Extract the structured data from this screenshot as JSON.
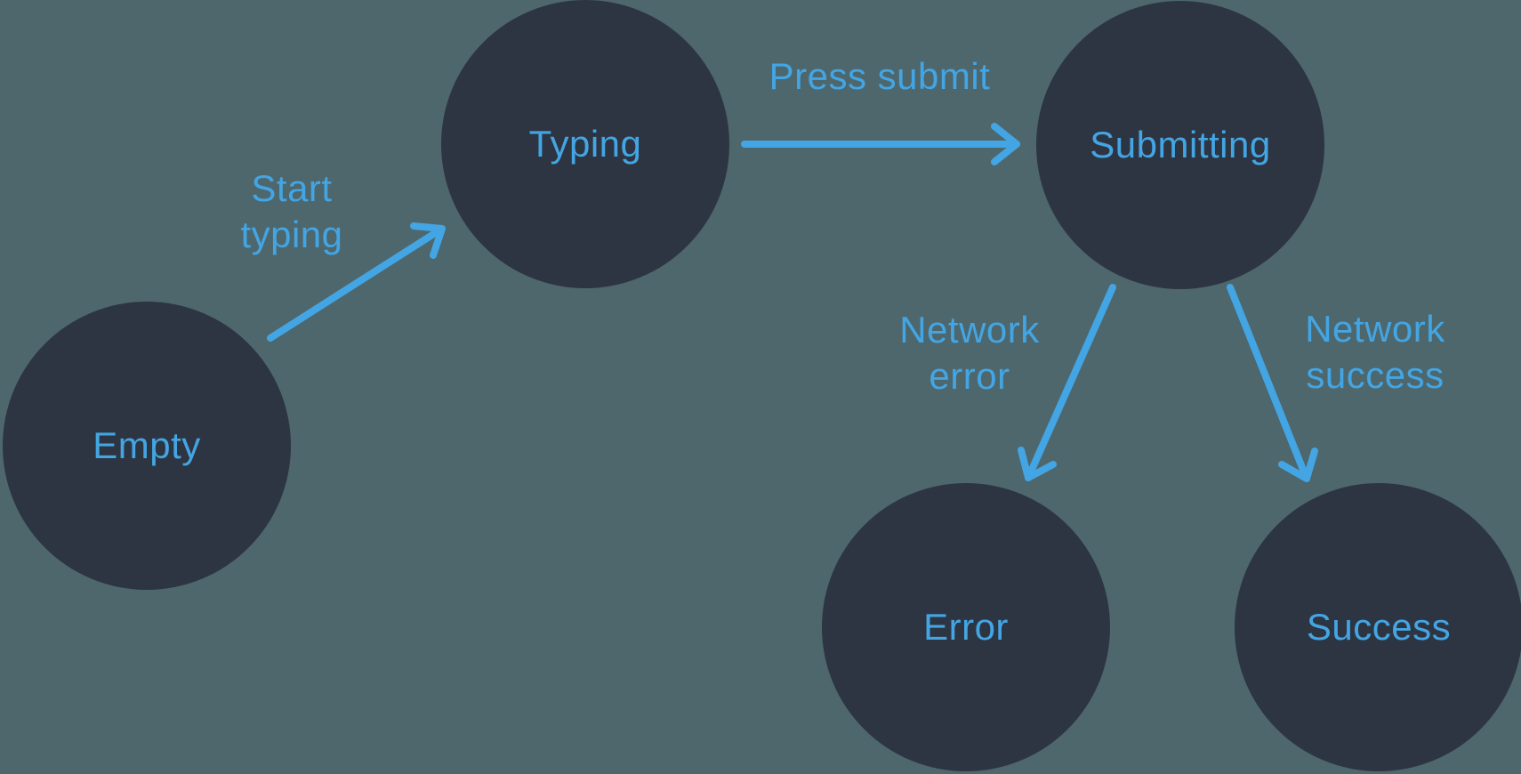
{
  "diagram": {
    "kind": "state-machine",
    "colors": {
      "background": "#4d676d",
      "node_fill": "#2d3542",
      "accent": "#43a5e3"
    },
    "nodes": [
      {
        "id": "empty",
        "label": "Empty"
      },
      {
        "id": "typing",
        "label": "Typing"
      },
      {
        "id": "submitting",
        "label": "Submitting"
      },
      {
        "id": "error",
        "label": "Error"
      },
      {
        "id": "success",
        "label": "Success"
      }
    ],
    "edges": [
      {
        "id": "start-typing",
        "from": "Empty",
        "to": "Typing",
        "label": "Start typing"
      },
      {
        "id": "press-submit",
        "from": "Typing",
        "to": "Submitting",
        "label": "Press submit"
      },
      {
        "id": "network-error",
        "from": "Submitting",
        "to": "Error",
        "label": "Network error"
      },
      {
        "id": "network-success",
        "from": "Submitting",
        "to": "Success",
        "label": "Network success"
      }
    ]
  }
}
